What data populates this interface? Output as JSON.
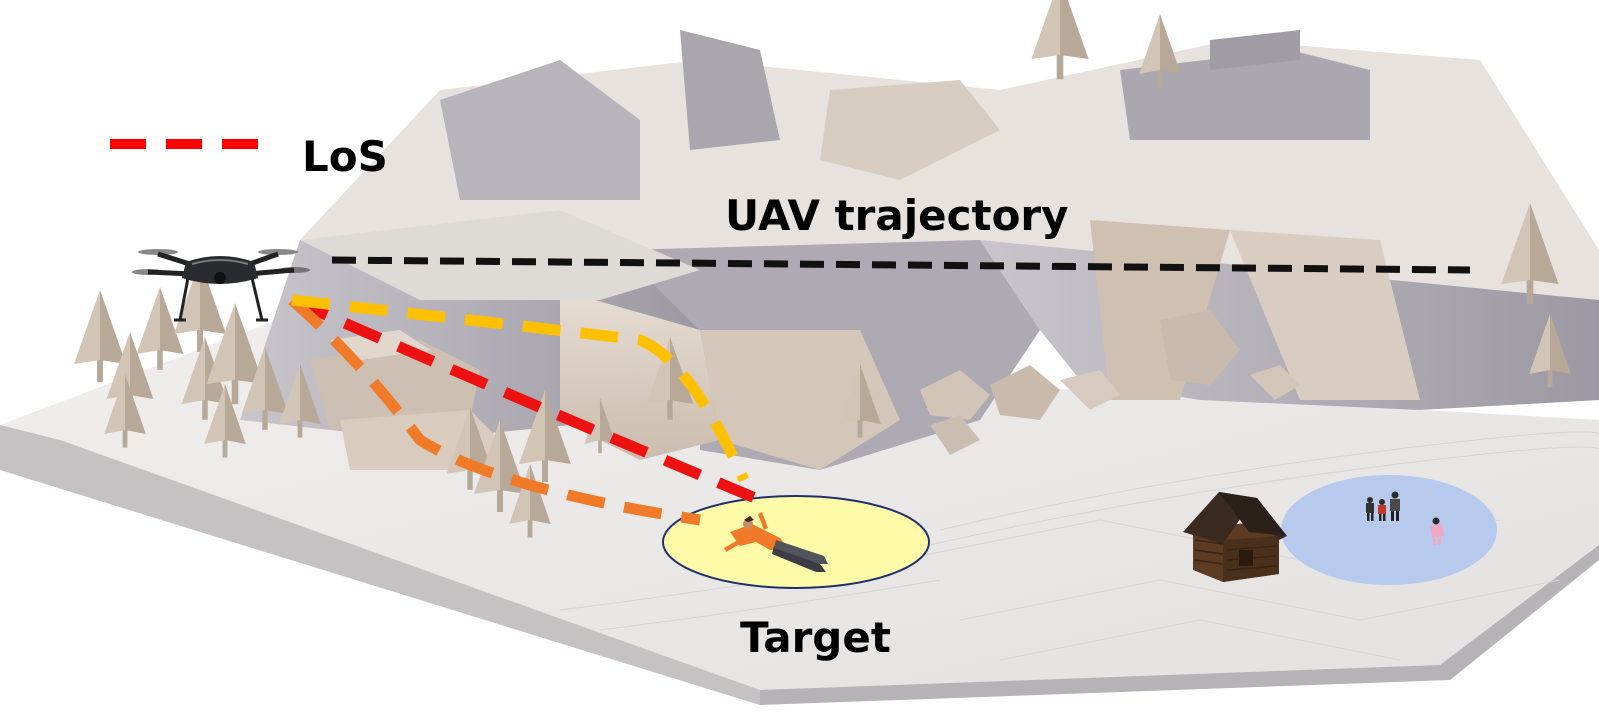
{
  "labels": {
    "legend": "LoS",
    "trajectory": "UAV trajectory",
    "target": "Target"
  },
  "colors": {
    "los_legend": "#ff0000",
    "los_red": "#ee1111",
    "los_orange": "#f07a28",
    "los_yellow": "#ffc000",
    "trajectory": "#111111",
    "target_zone": "#fffaa8",
    "target_zone_stroke": "#1f2f6e",
    "group_zone": "#b7c9ec",
    "terrain_light": "#ece8e4",
    "cliff": "#b9b6bd",
    "rock": "#d8ccc0",
    "tree": "#c2b2a2"
  },
  "icons": {
    "drone": "quadcopter-drone-icon",
    "person": "lying-person-icon",
    "cabin": "wooden-cabin-icon",
    "group": "people-group-icon"
  }
}
